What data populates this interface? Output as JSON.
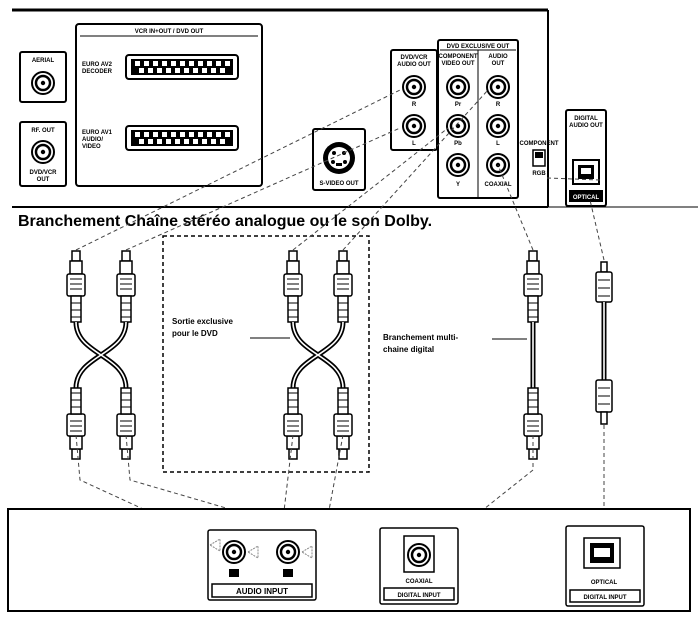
{
  "top_panel": {
    "aerial": "AERIAL",
    "rf_out": "RF. OUT",
    "dvd_vcr_out": [
      "DVD/VCR",
      "OUT"
    ],
    "scart_title": "VCR IN+OUT / DVD OUT",
    "euro_av2": [
      "EURO AV2",
      "DECODER"
    ],
    "euro_av1": [
      "EURO AV1",
      "AUDIO/",
      "VIDEO"
    ],
    "svideo_out": "S-VIDEO OUT",
    "dvdvcr_audio_out": [
      "DVD/VCR",
      "AUDIO OUT"
    ],
    "dvd_exclusive_out": "DVD EXCLUSIVE OUT",
    "component_video_out": [
      "COMPONENT",
      "VIDEO OUT"
    ],
    "audio_out": [
      "AUDIO",
      "OUT"
    ],
    "jack_r": "R",
    "jack_l": "L",
    "jack_pr": "Pr",
    "jack_pb": "Pb",
    "jack_y": "Y",
    "coaxial": "COAXIAL",
    "component_switch": "COMPONENT",
    "rgb_switch": "RGB",
    "digital_audio_out": [
      "DIGITAL",
      "AUDIO OUT"
    ],
    "optical": "OPTICAL"
  },
  "heading": "Branchement Chaîne stéréo analogue ou le son Dolby.",
  "labels": {
    "exclusive": [
      "Sortie exclusive",
      "pour le DVD"
    ],
    "multichannel": [
      "Branchement multi-",
      "chaine digital"
    ]
  },
  "receiver": {
    "audio_input": "AUDIO INPUT",
    "coaxial": "COAXIAL",
    "digital_input_1": "DIGITAL INPUT",
    "optical": "OPTICAL",
    "digital_input_2": "DIGITAL INPUT"
  }
}
